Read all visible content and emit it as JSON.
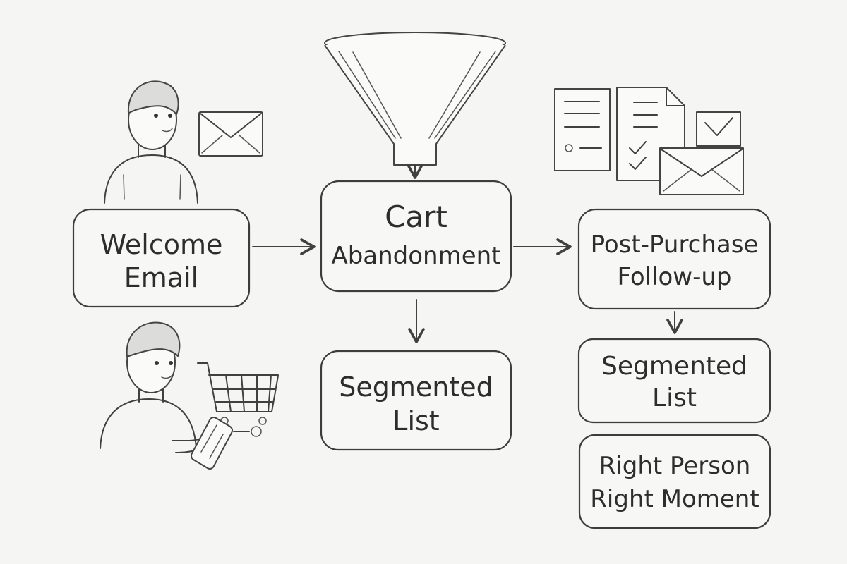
{
  "nodes": {
    "welcome": {
      "line1": "Welcome",
      "line2": "Email"
    },
    "cart": {
      "line1": "Cart",
      "line2": "Abandonment"
    },
    "segmented_center": {
      "line1": "Segmented",
      "line2": "List"
    },
    "post_purchase": {
      "line1": "Post-Purchase",
      "line2": "Follow-up"
    },
    "segmented_right": {
      "line1": "Segmented",
      "line2": "List"
    },
    "right_person": {
      "line1": "Right Person",
      "line2": "Right Moment"
    }
  },
  "icons": [
    "person-icon",
    "envelope-icon",
    "funnel-icon",
    "document-icon",
    "checklist-icon",
    "checkmark-envelope-icon",
    "shopping-cart-icon",
    "smartphone-icon"
  ],
  "colors": {
    "background": "#f5f5f3",
    "ink": "#3d3d3d",
    "box_fill": "#f7f7f5"
  }
}
